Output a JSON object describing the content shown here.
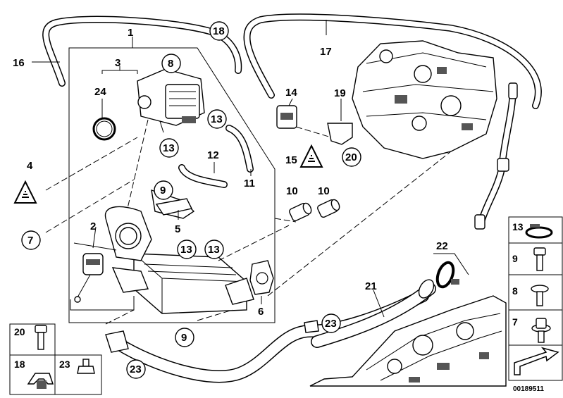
{
  "callouts": {
    "c1": "1",
    "c2": "2",
    "c3": "3",
    "c4": "4",
    "c5": "5",
    "c6": "6",
    "c7": "7",
    "c8": "8",
    "c9a": "9",
    "c9b": "9",
    "c10a": "10",
    "c10b": "10",
    "c11": "11",
    "c12": "12",
    "c13a": "13",
    "c13b": "13",
    "c13c": "13",
    "c13d": "13",
    "c14": "14",
    "c15": "15",
    "c16": "16",
    "c17": "17",
    "c18": "18",
    "c19": "19",
    "c20": "20",
    "c21": "21",
    "c22": "22",
    "c23a": "23",
    "c23b": "23",
    "c24": "24"
  },
  "warning_symbols": [
    "warning-triangle",
    "warning-triangle"
  ],
  "side_panel": {
    "items": [
      {
        "label": "13",
        "icon": "hose-clamp"
      },
      {
        "label": "9",
        "icon": "hex-bolt"
      },
      {
        "label": "8",
        "icon": "torx-bolt"
      },
      {
        "label": "7",
        "icon": "flange-bolt"
      },
      {
        "label": "",
        "icon": "arrow-indicator"
      }
    ]
  },
  "bottom_panel": {
    "items": [
      {
        "label": "20",
        "icon": "hex-bolt"
      },
      {
        "label": "18",
        "icon": "hose-clip"
      },
      {
        "label": "23",
        "icon": "stud-nut"
      }
    ]
  },
  "diagram_code": "00189511"
}
